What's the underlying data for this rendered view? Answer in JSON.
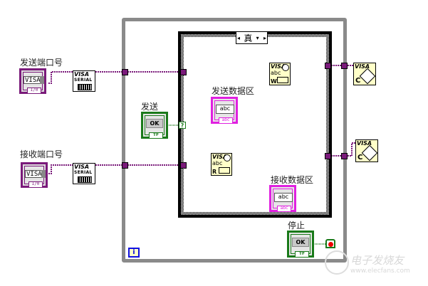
{
  "diagram": {
    "case_selector": {
      "value": "真",
      "left_arrow": "◂",
      "right_arrow": "▸",
      "dropdown": "▾"
    },
    "send_port": {
      "label": "发送端口号",
      "field": "VISA",
      "tag": "I/0"
    },
    "recv_port": {
      "label": "接收端口号",
      "field": "VISA",
      "tag": "I/0"
    },
    "serial_config": {
      "title": "VISA",
      "subtitle": "SERIAL"
    },
    "send_button": {
      "label": "发送",
      "button": "OK",
      "tag": "TF"
    },
    "send_data": {
      "label": "发送数据区",
      "field": "abc",
      "tag": "abc"
    },
    "recv_data": {
      "label": "接收数据区",
      "field": "abc",
      "tag": "abc"
    },
    "visa_write": {
      "title": "VISA",
      "body": "abc",
      "mode": "W"
    },
    "visa_read": {
      "title": "VISA",
      "body": "abc",
      "mode": "R"
    },
    "visa_close": {
      "title": "VISA",
      "mode": "C"
    },
    "stop_button": {
      "label": "停止",
      "button": "OK",
      "tag": "TF"
    },
    "case_terminal": "?",
    "iteration": "i"
  },
  "colors": {
    "visa_wire": "#7a1a7a",
    "string_wire": "#e020e0",
    "error_wire": "#1010c0",
    "bool_wire": "#1a7a1a",
    "loop_border": "#8a8a8a"
  },
  "watermark": {
    "name": "电子发烧友",
    "url": "www.elecfans.com"
  }
}
